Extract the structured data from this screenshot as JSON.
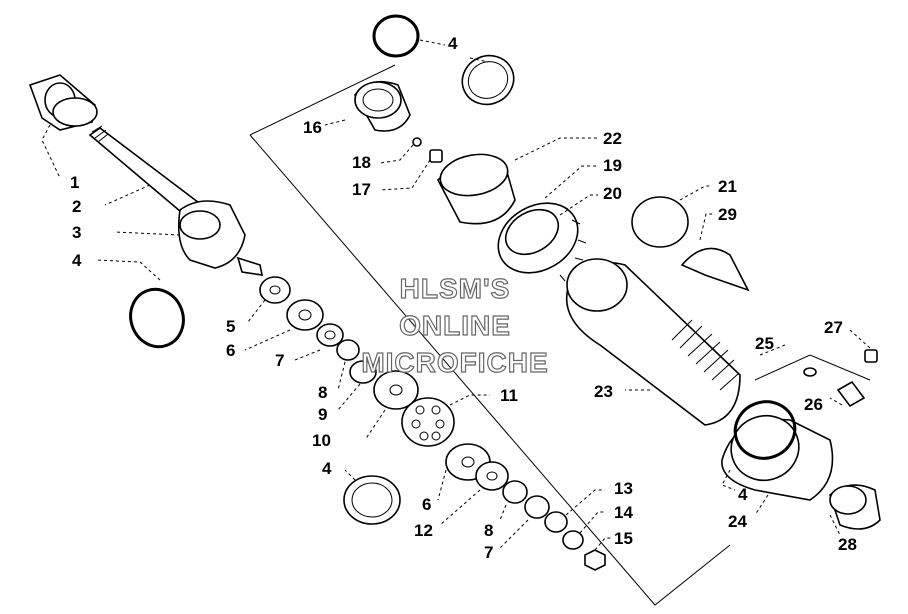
{
  "diagram": {
    "watermark": [
      "HLSM'S",
      "ONLINE",
      "MICROFICHE"
    ],
    "callouts": {
      "c1": "1",
      "c2": "2",
      "c3": "3",
      "c4a": "4",
      "c4b": "4",
      "c16": "16",
      "c18": "18",
      "c17": "17",
      "c22": "22",
      "c19": "19",
      "c20": "20",
      "c21": "21",
      "c29": "29",
      "c5": "5",
      "c6a": "6",
      "c7a": "7",
      "c8a": "8",
      "c9": "9",
      "c10": "10",
      "c11": "11",
      "c4c": "4",
      "c6b": "6",
      "c12": "12",
      "c8b": "8",
      "c7b": "7",
      "c13": "13",
      "c14": "14",
      "c15": "15",
      "c23": "23",
      "c25": "25",
      "c27": "27",
      "c26": "26",
      "c4d": "4",
      "c24": "24",
      "c28": "28"
    }
  }
}
